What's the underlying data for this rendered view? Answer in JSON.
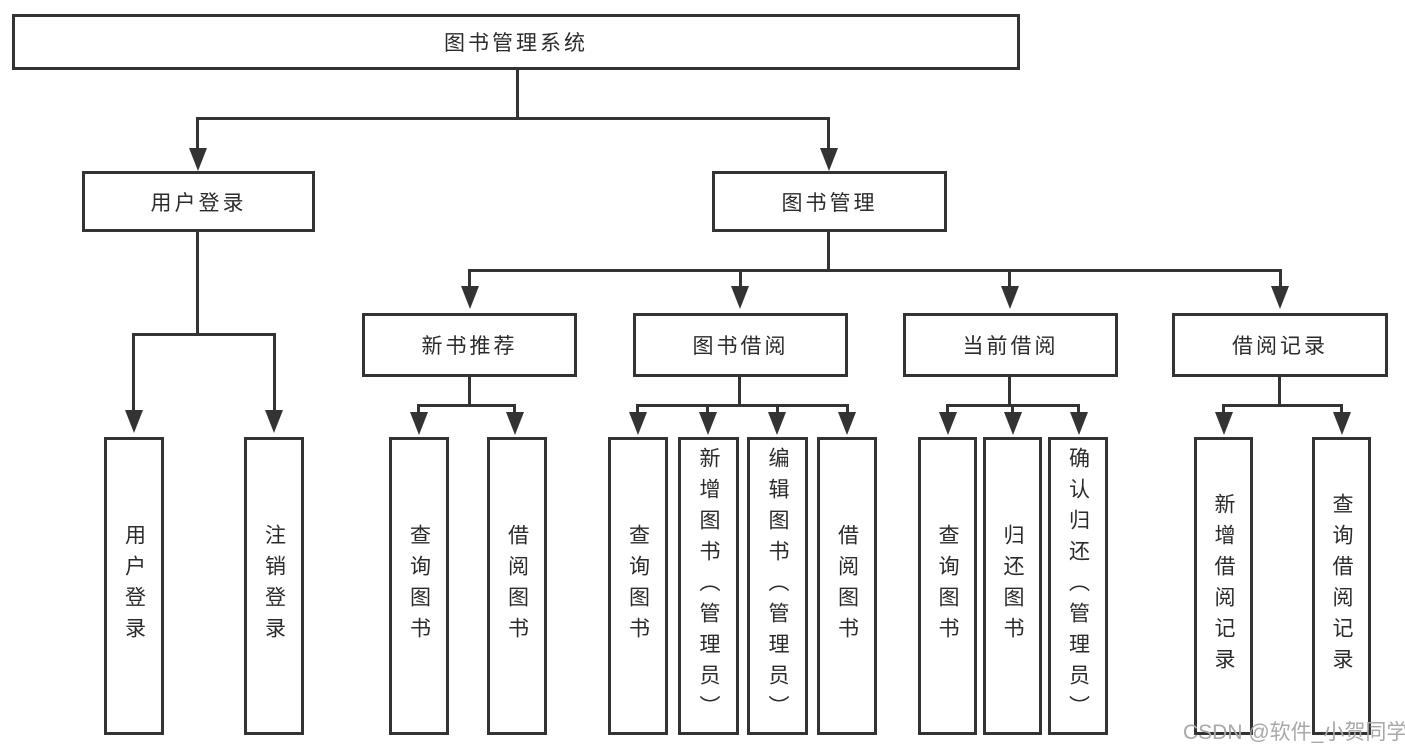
{
  "tree": {
    "label": "图书管理系统",
    "children": [
      {
        "label": "用户登录",
        "children": [
          {
            "label": "用户登录"
          },
          {
            "label": "注销登录"
          }
        ]
      },
      {
        "label": "图书管理",
        "children": [
          {
            "label": "新书推荐",
            "children": [
              {
                "label": "查询图书"
              },
              {
                "label": "借阅图书"
              }
            ]
          },
          {
            "label": "图书借阅",
            "children": [
              {
                "label": "查询图书"
              },
              {
                "label": "新增图书（管理员）"
              },
              {
                "label": "编辑图书（管理员）"
              },
              {
                "label": "借阅图书"
              }
            ]
          },
          {
            "label": "当前借阅",
            "children": [
              {
                "label": "查询图书"
              },
              {
                "label": "归还图书"
              },
              {
                "label": "确认归还（管理员）"
              }
            ]
          },
          {
            "label": "借阅记录",
            "children": [
              {
                "label": "新增借阅记录"
              },
              {
                "label": "查询借阅记录"
              }
            ]
          }
        ]
      }
    ]
  },
  "watermark": {
    "text": "CSDN @软件_小贺同学"
  },
  "colors": {
    "line": "#333333",
    "text": "#2b2b2b",
    "watermark": "#a8a8a8",
    "background": "#ffffff"
  }
}
